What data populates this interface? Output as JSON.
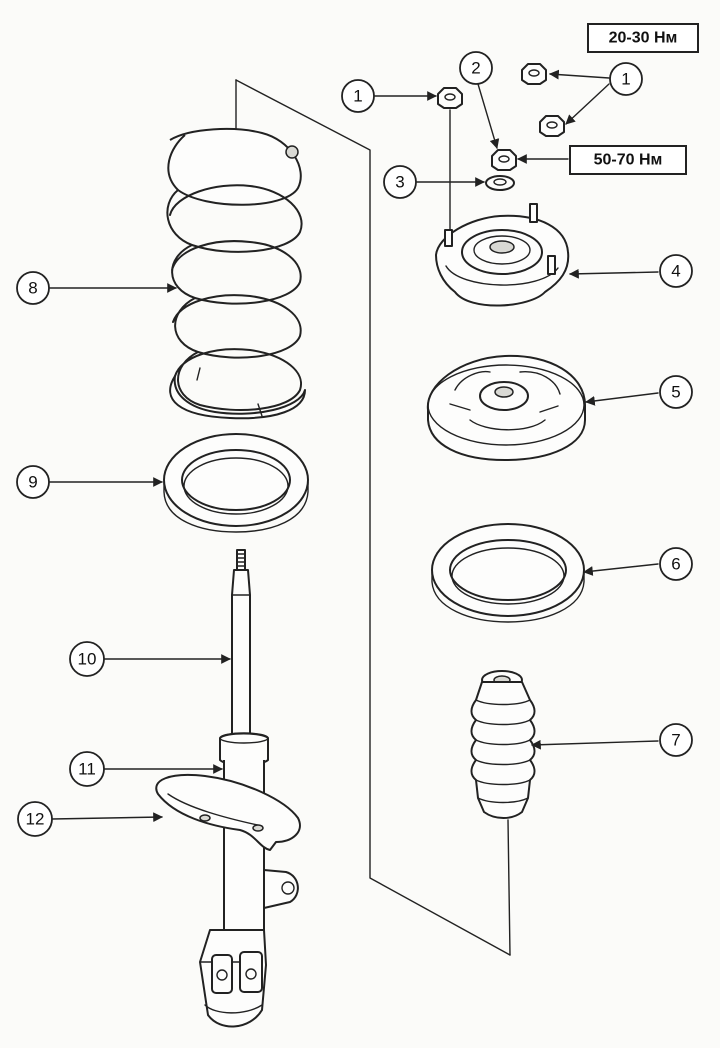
{
  "callouts": {
    "c1a": "1",
    "c1b": "1",
    "c2": "2",
    "c3": "3",
    "c4": "4",
    "c5": "5",
    "c6": "6",
    "c7": "7",
    "c8": "8",
    "c9": "9",
    "c10": "10",
    "c11": "11",
    "c12": "12"
  },
  "torque": {
    "upper_nuts": "20-30 Нм",
    "center_nut": "50-70 Нм"
  }
}
